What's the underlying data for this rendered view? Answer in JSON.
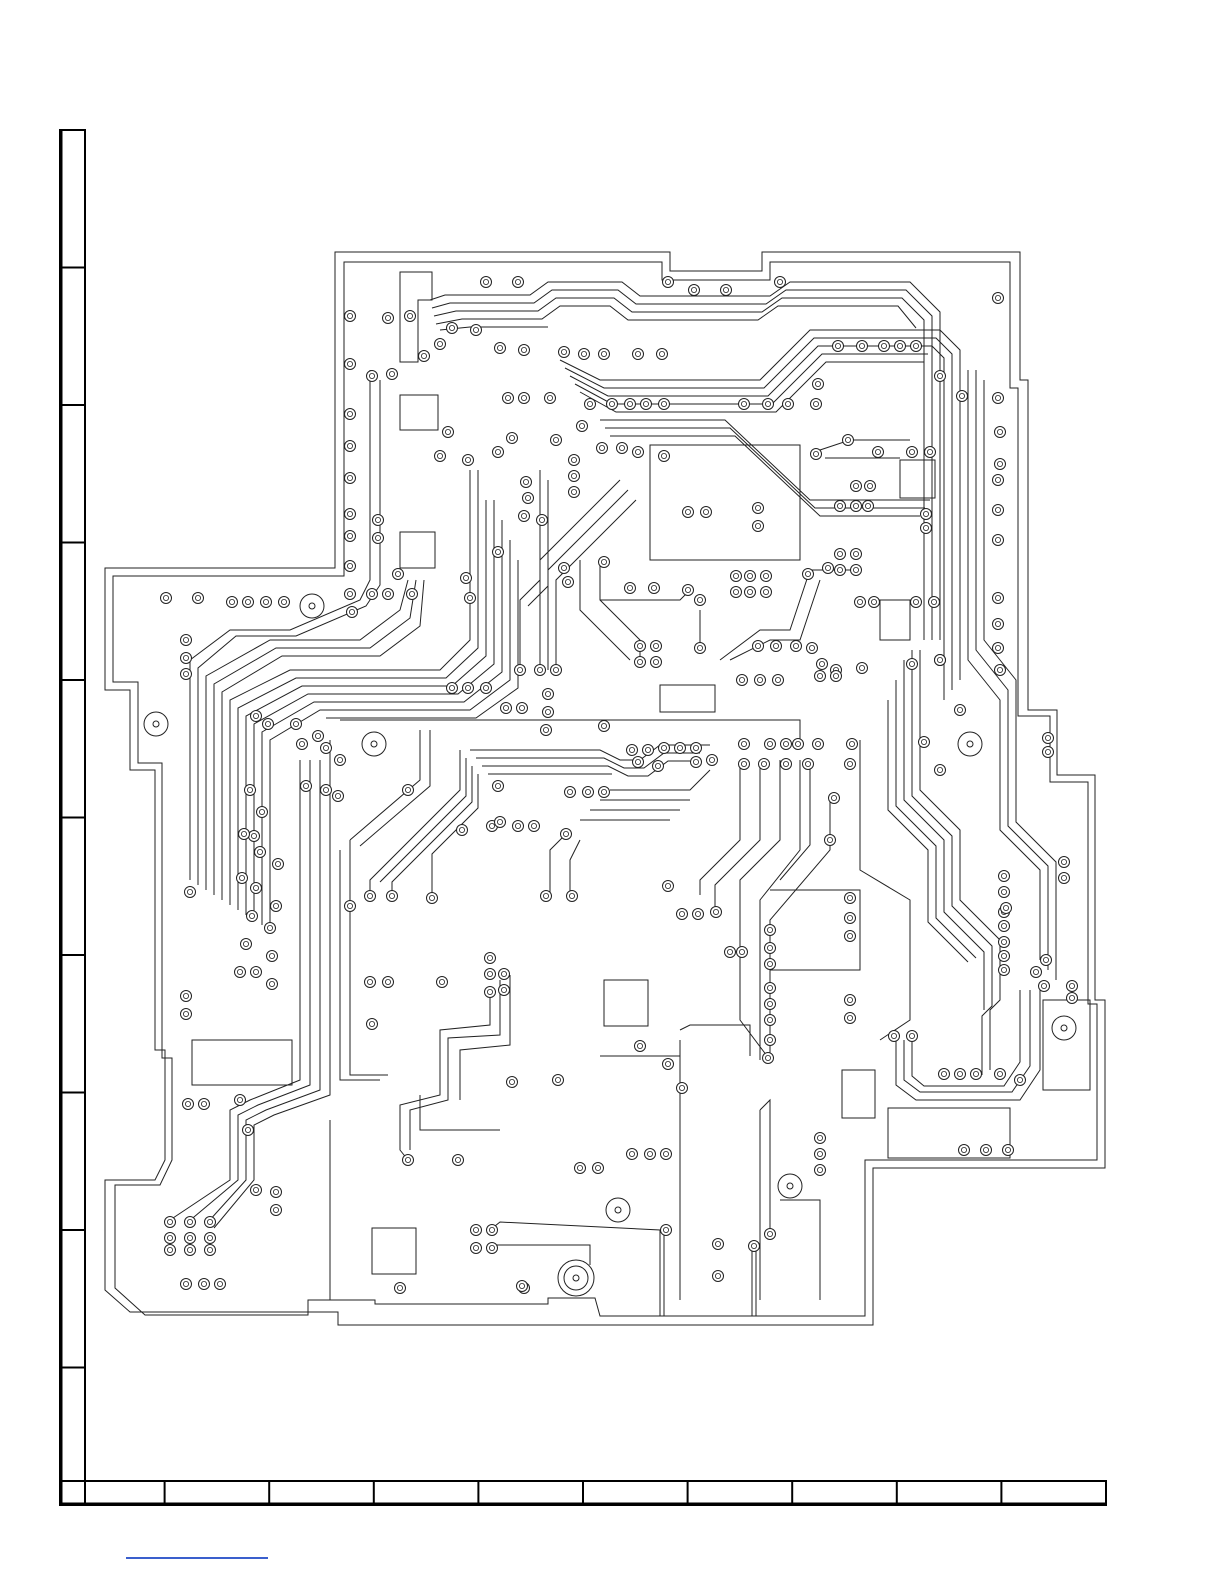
{
  "document": {
    "type": "printed-circuit-board-layout",
    "grid_frame": {
      "left_divisions": 10,
      "bottom_divisions": 10
    },
    "colors": {
      "ink": "#222222",
      "frame": "#000000",
      "background": "#ffffff",
      "footer_link": "#3a5fcd"
    }
  }
}
